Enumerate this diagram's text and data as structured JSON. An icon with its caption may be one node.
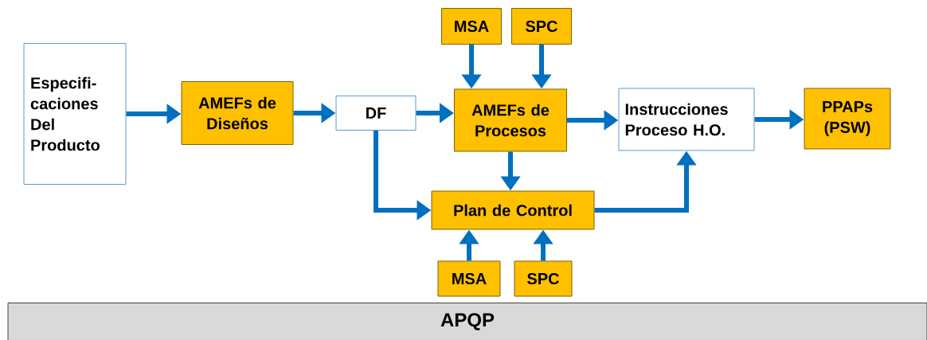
{
  "diagram": {
    "nodes": [
      {
        "text": [
          "Especifi- caciones Del Producto"
        ]
      },
      {
        "text": [
          "AMEFs de Diseños"
        ]
      },
      {
        "text": [
          "DF"
        ]
      },
      {
        "text": [
          "MSA"
        ]
      },
      {
        "text": [
          "SPC"
        ]
      },
      {
        "text": [
          "AMEFs de Procesos"
        ]
      },
      {
        "text": [
          "Instrucciones Proceso H.O."
        ]
      },
      {
        "text": [
          "PPAPs (PSW)"
        ]
      },
      {
        "text": [
          "Plan de Control"
        ]
      },
      {
        "text": [
          "MSA"
        ]
      },
      {
        "text": [
          "SPC"
        ]
      },
      {
        "text": [
          "APQP"
        ]
      }
    ],
    "edges": [
      {
        "from": 0,
        "to": 1,
        "arrow": "to"
      },
      {
        "from": 1,
        "to": 2,
        "arrow": "to"
      },
      {
        "from": 2,
        "to": 5,
        "arrow": "to"
      },
      {
        "from": 3,
        "to": 5,
        "arrow": "to"
      },
      {
        "from": 4,
        "to": 5,
        "arrow": "to"
      },
      {
        "from": 5,
        "to": 6,
        "arrow": "to"
      },
      {
        "from": 6,
        "to": 7,
        "arrow": "to"
      },
      {
        "from": 5,
        "to": 8,
        "arrow": "to"
      },
      {
        "from": 2,
        "to": 8,
        "arrow": "to"
      },
      {
        "from": 8,
        "to": 6,
        "arrow": "to"
      },
      {
        "from": 9,
        "to": 8,
        "arrow": "to"
      },
      {
        "from": 10,
        "to": 8,
        "arrow": "to"
      }
    ]
  }
}
